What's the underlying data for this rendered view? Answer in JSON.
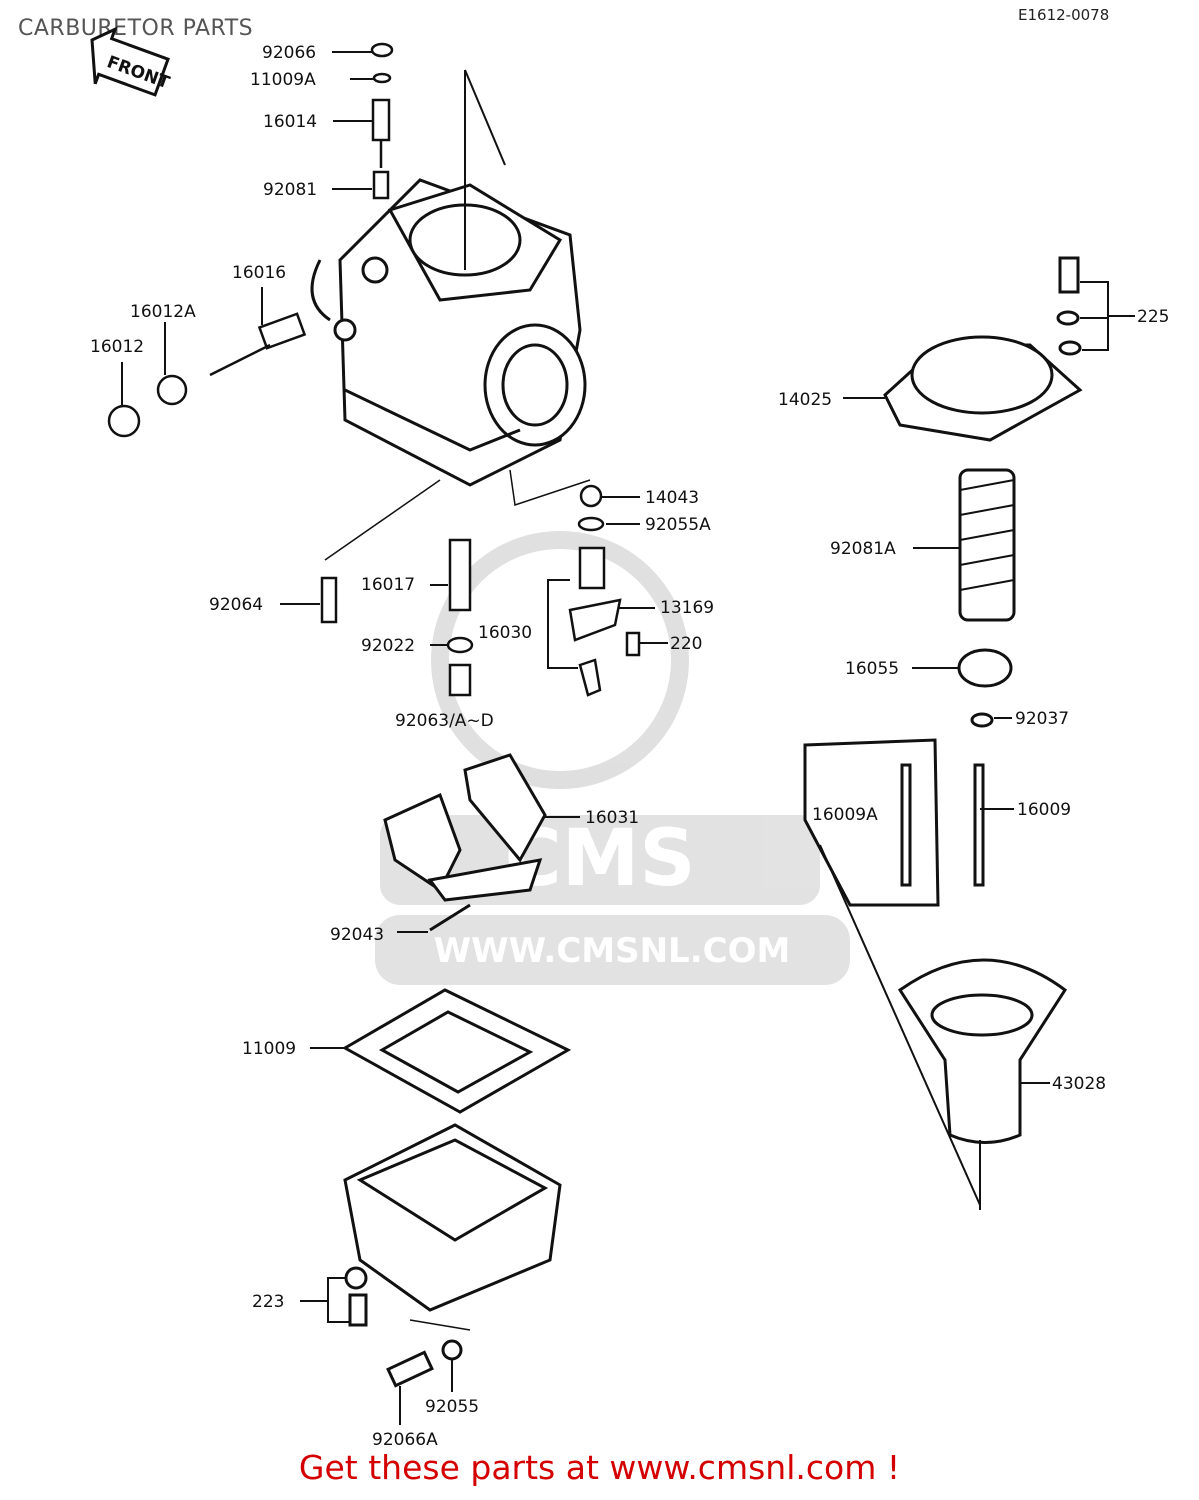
{
  "title": "CARBURETOR PARTS",
  "diagram_code": "E1612-0078",
  "front_label": "FRONT",
  "footer": "Get these parts at www.cmsnl.com !",
  "watermark": {
    "brand": "CMS",
    "url": "WWW.CMSNL.COM"
  },
  "parts": {
    "p92066": "92066",
    "p11009A": "11009A",
    "p16014": "16014",
    "p92081": "92081",
    "p16016": "16016",
    "p16012A": "16012A",
    "p16012": "16012",
    "p14043": "14043",
    "p92055A": "92055A",
    "p92064": "92064",
    "p16017": "16017",
    "p13169": "13169",
    "p16030": "16030",
    "p220": "220",
    "p92022": "92022",
    "p92063": "92063/A~D",
    "p16031": "16031",
    "p92043": "92043",
    "p11009": "11009",
    "p223": "223",
    "p92055": "92055",
    "p92066A": "92066A",
    "p225": "225",
    "p14025": "14025",
    "p92081A": "92081A",
    "p16055": "16055",
    "p92037": "92037",
    "p16009A": "16009A",
    "p16009": "16009",
    "p43028": "43028"
  }
}
